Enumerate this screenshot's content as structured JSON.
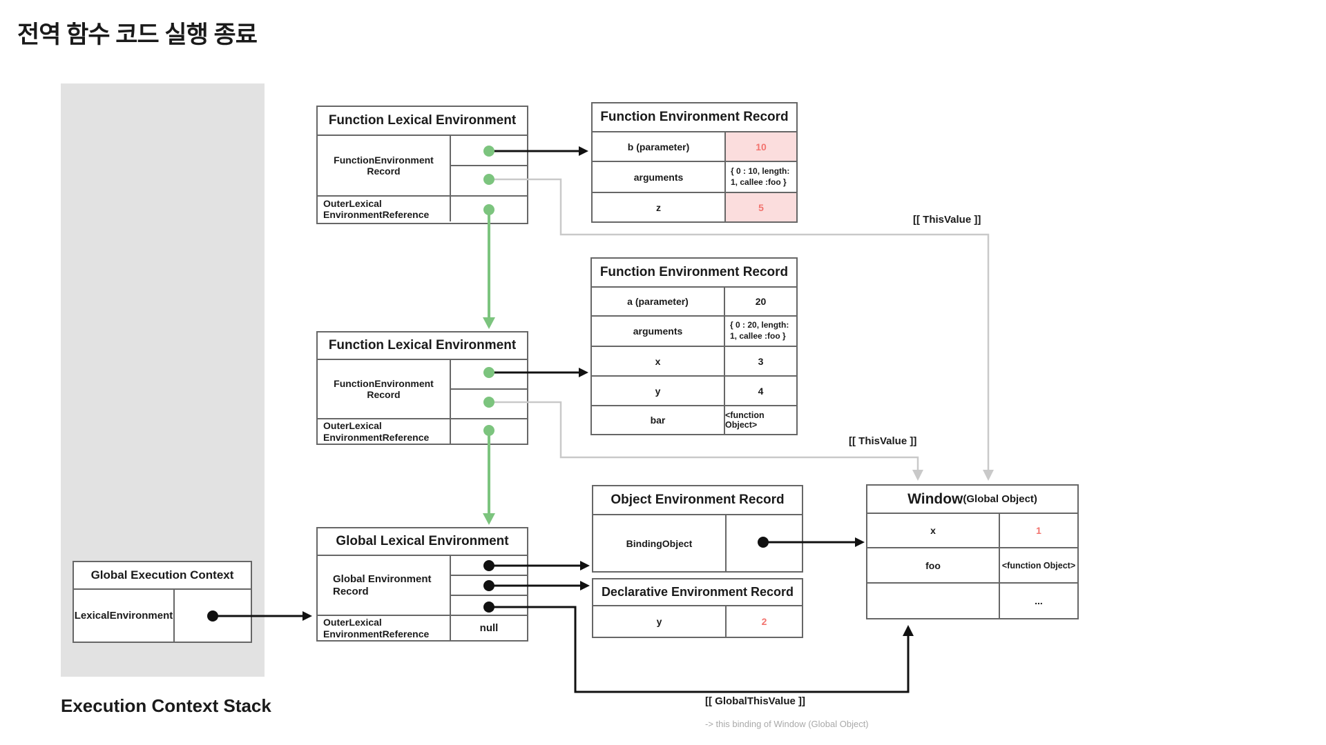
{
  "title": "전역 함수 코드 실행 종료",
  "stack": {
    "label": "Execution Context Stack",
    "gec": {
      "title": "Global Execution Context",
      "row_label": "LexicalEnvironment"
    }
  },
  "fle1": {
    "title": "Function Lexical Environment",
    "record_label": "FunctionEnvironment Record",
    "outer_label": "OuterLexical EnvironmentReference"
  },
  "fle2": {
    "title": "Function Lexical Environment",
    "record_label": "FunctionEnvironment Record",
    "outer_label": "OuterLexical EnvironmentReference"
  },
  "gle": {
    "title": "Global Lexical Environment",
    "record_label": "Global Environment Record",
    "outer_label": "OuterLexical EnvironmentReference",
    "outer_value": "null"
  },
  "fer1": {
    "title": "Function Environment Record",
    "rows": [
      {
        "key": "b (parameter)",
        "value": "10"
      },
      {
        "key": "arguments",
        "value": "{ 0 : 10, length: 1, callee :foo }"
      },
      {
        "key": "z",
        "value": "5"
      }
    ]
  },
  "fer2": {
    "title": "Function Environment Record",
    "rows": [
      {
        "key": "a (parameter)",
        "value": "20"
      },
      {
        "key": "arguments",
        "value": "{ 0 : 20, length: 1, callee :foo }"
      },
      {
        "key": "x",
        "value": "3"
      },
      {
        "key": "y",
        "value": "4"
      },
      {
        "key": "bar",
        "value": "<function Object>"
      }
    ]
  },
  "oer": {
    "title": "Object Environment Record",
    "row_label": "BindingObject"
  },
  "der": {
    "title": "Declarative Environment Record",
    "rows": [
      {
        "key": "y",
        "value": "2"
      }
    ]
  },
  "window_table": {
    "title_main": "Window",
    "title_sub": "(Global Object)",
    "rows": [
      {
        "key": "x",
        "value": "1"
      },
      {
        "key": "foo",
        "value": "<function Object>"
      },
      {
        "key": "",
        "value": "..."
      }
    ]
  },
  "labels": {
    "this_value_1": "[[ ThisValue ]]",
    "this_value_2": "[[ ThisValue ]]",
    "global_this_value": "[[ GlobalThisValue ]]",
    "global_this_note": "-> this binding of Window (Global Object)"
  },
  "colors": {
    "highlight_bg": "#fbdddd",
    "highlight_text": "#f2736e",
    "green": "#7cc47e",
    "gray_line": "#c9c9c9"
  }
}
